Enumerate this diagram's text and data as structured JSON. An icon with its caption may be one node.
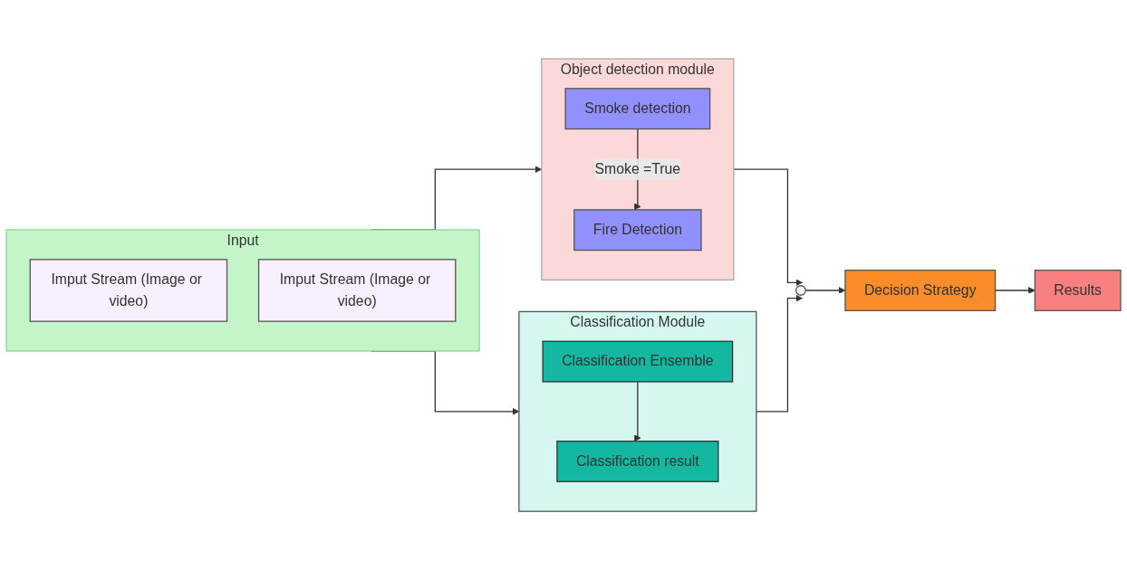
{
  "diagram": {
    "nodes": [
      {
        "text": [
          "Input"
        ]
      },
      {
        "text": [
          "Imput Stream (Image or video)"
        ],
        "in": 0
      },
      {
        "text": [
          "Imput Stream (Image or video)"
        ],
        "in": 0
      },
      {
        "text": [
          "Object detection module"
        ]
      },
      {
        "text": [
          "Smoke detection"
        ],
        "in": 3
      },
      {
        "text": [
          "Fire Detection"
        ],
        "in": 3
      },
      {
        "text": [
          "Classification Module"
        ]
      },
      {
        "text": [
          "Classification Ensemble"
        ],
        "in": 6
      },
      {
        "text": [
          "Classification result"
        ],
        "in": 6
      },
      {
        "text": [],
        "shape": "circle"
      },
      {
        "text": [
          "Decision Strategy"
        ]
      },
      {
        "text": [
          "Results"
        ]
      }
    ],
    "edges": [
      {
        "from": 0,
        "to": 3,
        "arrow": "to"
      },
      {
        "from": 0,
        "to": 6,
        "arrow": "to"
      },
      {
        "from": 4,
        "to": 5,
        "arrow": "to",
        "label": "Smoke =True"
      },
      {
        "from": 7,
        "to": 8,
        "arrow": "to"
      },
      {
        "from": 3,
        "to": 9,
        "arrow": "to"
      },
      {
        "from": 6,
        "to": 9,
        "arrow": "to"
      },
      {
        "from": 9,
        "to": 10,
        "arrow": "to"
      },
      {
        "from": 10,
        "to": 11,
        "arrow": "to"
      }
    ]
  }
}
